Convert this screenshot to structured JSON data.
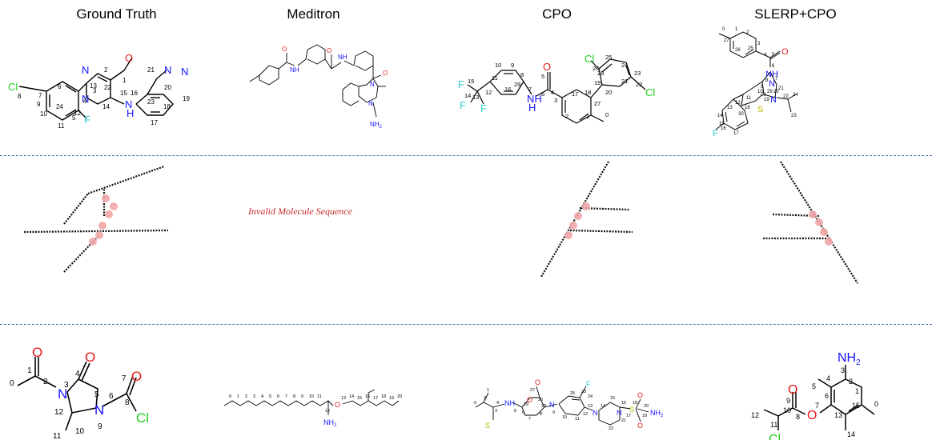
{
  "headers": [
    "Ground Truth",
    "Meditron",
    "CPO",
    "SLERP+CPO"
  ],
  "invalid_text": "Invalid Molecule Sequence",
  "colors": {
    "separator": "#4a72c4",
    "carbon": "#000000",
    "nitrogen": "#1414ff",
    "oxygen": "#e61919",
    "fluorine": "#33cccc",
    "chlorine": "#1fd01f",
    "sulfur": "#b8b800",
    "invalid": "#c62828"
  },
  "atoms": {
    "N": "N",
    "O": "O",
    "F": "F",
    "Cl": "Cl",
    "S": "S",
    "H": "H",
    "NH": "NH",
    "NH2": "NH",
    "sub2": "2"
  },
  "indices": {
    "r1c1": [
      "1",
      "2",
      "3",
      "4",
      "5",
      "6",
      "7",
      "8",
      "9",
      "10",
      "11",
      "12",
      "13",
      "14",
      "15",
      "16",
      "17",
      "18",
      "19",
      "20",
      "21",
      "22",
      "23",
      "24"
    ],
    "r1c3": [
      "0",
      "1",
      "2",
      "3",
      "4",
      "5",
      "6",
      "7",
      "8",
      "9",
      "10",
      "11",
      "12",
      "13",
      "14",
      "15",
      "16",
      "17",
      "18",
      "19",
      "20",
      "21",
      "22",
      "23",
      "24",
      "25",
      "26",
      "27",
      "28",
      "29"
    ],
    "r1c4": [
      "0",
      "1",
      "2",
      "3",
      "4",
      "5",
      "6",
      "7",
      "8",
      "9",
      "10",
      "11",
      "12",
      "13",
      "14",
      "15",
      "16",
      "17",
      "18",
      "19",
      "20",
      "21",
      "22",
      "23",
      "24",
      "25",
      "26",
      "27",
      "28",
      "29",
      "30"
    ],
    "r3c1": [
      "0",
      "1",
      "2",
      "3",
      "4",
      "5",
      "6",
      "7",
      "8",
      "9",
      "10",
      "11",
      "12"
    ],
    "r3c2": [
      "0",
      "1",
      "2",
      "3",
      "4",
      "5",
      "6",
      "7",
      "8",
      "9",
      "10",
      "11",
      "12",
      "13",
      "14",
      "15",
      "16",
      "17",
      "18",
      "19",
      "20"
    ],
    "r3c3": [
      "0",
      "1",
      "2",
      "3",
      "4",
      "5",
      "6",
      "7",
      "8",
      "9",
      "10",
      "11",
      "12",
      "13",
      "14",
      "15",
      "16",
      "17",
      "18",
      "19",
      "20",
      "21",
      "22",
      "23",
      "24",
      "25",
      "26",
      "27",
      "28",
      "29"
    ],
    "r3c4": [
      "0",
      "1",
      "2",
      "3",
      "4",
      "5",
      "6",
      "7",
      "8",
      "9",
      "10",
      "11",
      "12",
      "13",
      "14",
      "15"
    ]
  }
}
